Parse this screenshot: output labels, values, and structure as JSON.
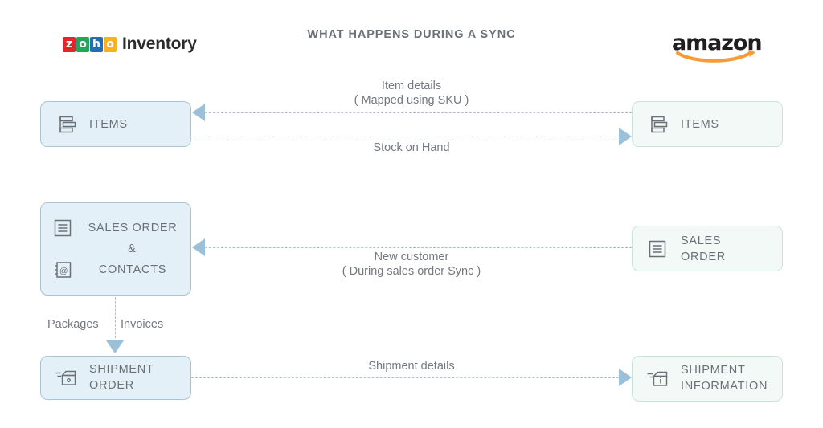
{
  "title": "WHAT HAPPENS DURING A SYNC",
  "brands": {
    "left": {
      "name": "Zoho Inventory",
      "tiles": [
        "z",
        "o",
        "h",
        "o"
      ],
      "word": "Inventory",
      "tile_colors": [
        "#e42527",
        "#21a65a",
        "#226db4",
        "#f9b21d"
      ]
    },
    "right": {
      "name": "amazon",
      "word": "amazon",
      "smile_color": "#f79b34"
    }
  },
  "colors": {
    "left_box_fill": "#e4f0f7",
    "left_box_border": "#a8c4d6",
    "right_box_fill": "#f2f9f6",
    "right_box_border": "#c9e4da",
    "connector": "#a9c3d4",
    "arrowhead": "#9cc0d8",
    "text": "#6b7077"
  },
  "nodes": {
    "items_left": {
      "label": "ITEMS",
      "icon": "items-list-icon"
    },
    "items_right": {
      "label": "ITEMS",
      "icon": "items-list-icon"
    },
    "sales_order_left": {
      "label_primary": "SALES ORDER",
      "amp": "&",
      "label_secondary": "CONTACTS",
      "icon_primary": "document-lines-icon",
      "icon_secondary": "contacts-book-icon"
    },
    "sales_order_right": {
      "label": "SALES ORDER",
      "icon": "document-lines-icon"
    },
    "shipment_left": {
      "label": "SHIPMENT\nORDER",
      "icon": "shipment-box-icon"
    },
    "shipment_right": {
      "label": "SHIPMENT\nINFORMATION",
      "icon": "shipment-box-info-icon"
    }
  },
  "connectors": {
    "item_details": {
      "label": "Item details\n( Mapped using SKU )",
      "direction": "right-to-left"
    },
    "stock_on_hand": {
      "label": "Stock on Hand",
      "direction": "left-to-right"
    },
    "new_customer": {
      "label": "New customer\n( During sales order Sync )",
      "direction": "right-to-left"
    },
    "shipment_details": {
      "label": "Shipment details",
      "direction": "left-to-right"
    },
    "internal_flow": {
      "label_left": "Packages",
      "label_right": "Invoices",
      "direction": "top-to-bottom"
    }
  }
}
